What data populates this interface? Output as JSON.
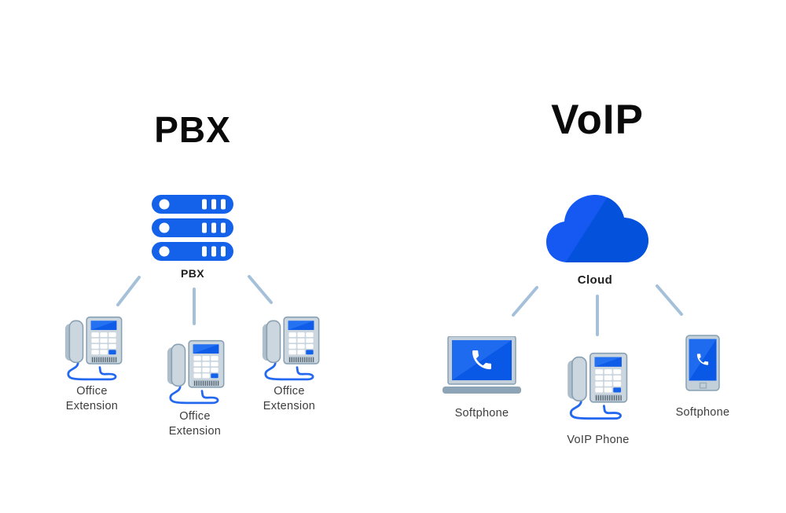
{
  "diagram": {
    "left": {
      "title": "PBX",
      "hub": {
        "label": "PBX",
        "icon": "server-stack-icon"
      },
      "devices": [
        {
          "label": "Office Extension",
          "icon": "desk-phone-icon"
        },
        {
          "label": "Office Extension",
          "icon": "desk-phone-icon"
        },
        {
          "label": "Office Extension",
          "icon": "desk-phone-icon"
        }
      ]
    },
    "right": {
      "title": "VoIP",
      "hub": {
        "label": "Cloud",
        "icon": "cloud-icon"
      },
      "devices": [
        {
          "label": "Softphone",
          "icon": "laptop-icon"
        },
        {
          "label": "VoIP Phone",
          "icon": "desk-phone-icon"
        },
        {
          "label": "Softphone",
          "icon": "smartphone-icon"
        }
      ]
    },
    "colors": {
      "primary_blue": "#1562EA",
      "cloud_light": "#1659F2",
      "cloud_dark": "#0452DC",
      "screen_light": "#1E6BF0",
      "screen_dark": "#0A58E6",
      "device_body": "#CBD6DF",
      "device_outline": "#87A0B2",
      "cord_blue": "#2468F0",
      "connector_line": "#A5C1D9",
      "title_text": "#0A0A0A",
      "label_text": "#3D3D3D"
    }
  }
}
